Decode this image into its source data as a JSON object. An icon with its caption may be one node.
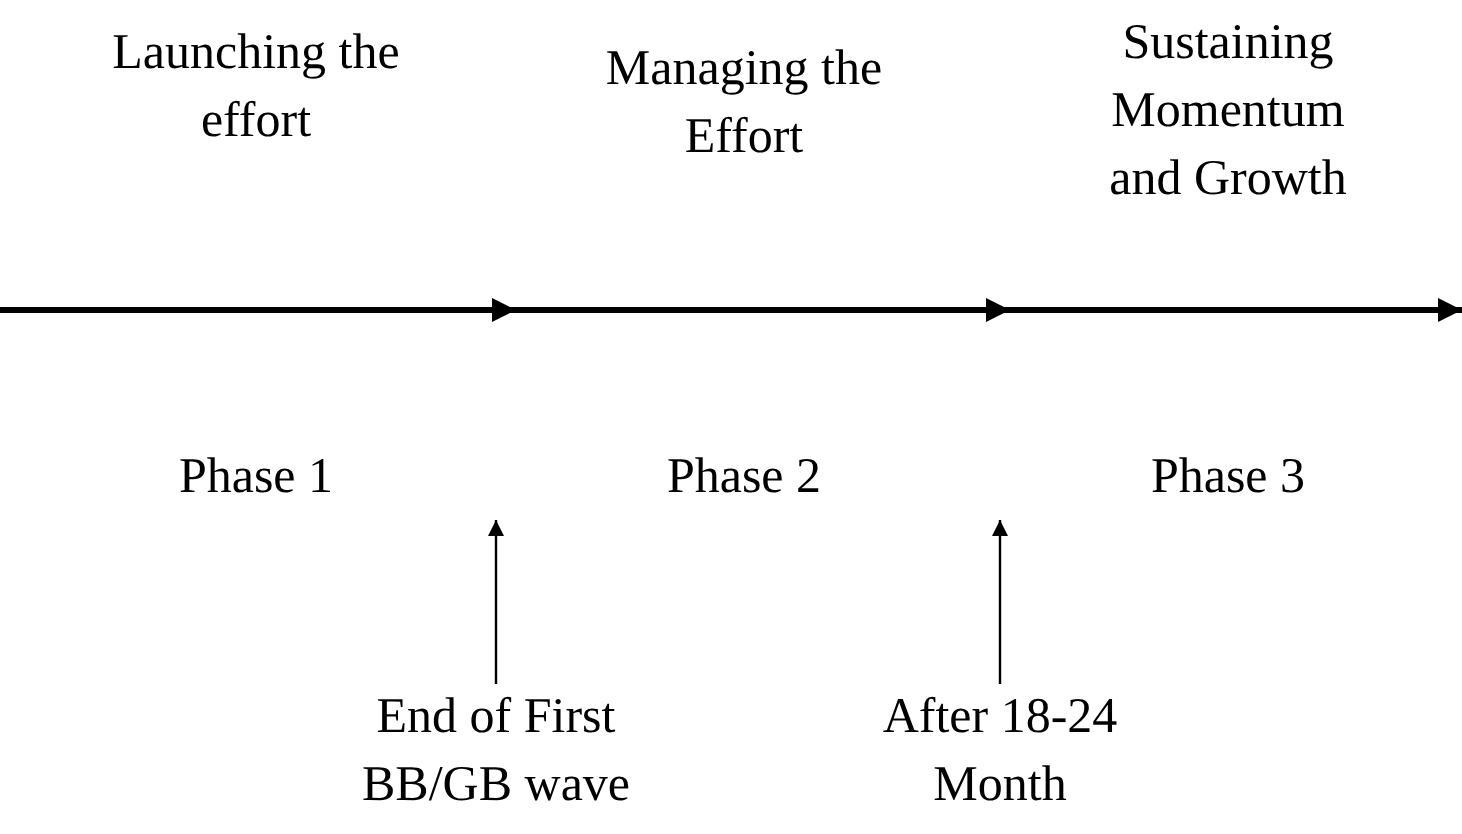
{
  "diagram": {
    "nodes": [
      {
        "text": [
          "End of First BB/GB wave"
        ]
      },
      {
        "text": [
          "After 18-24 Month"
        ]
      }
    ],
    "edges": [
      {
        "from": 0,
        "to": null,
        "arrow": "to"
      },
      {
        "from": 1,
        "to": null,
        "arrow": "to"
      }
    ],
    "labels": [
      "Launching the effort",
      "Managing the Effort",
      "Sustaining Momentum and Growth",
      "Phase 1",
      "Phase 2",
      "Phase 3"
    ]
  }
}
